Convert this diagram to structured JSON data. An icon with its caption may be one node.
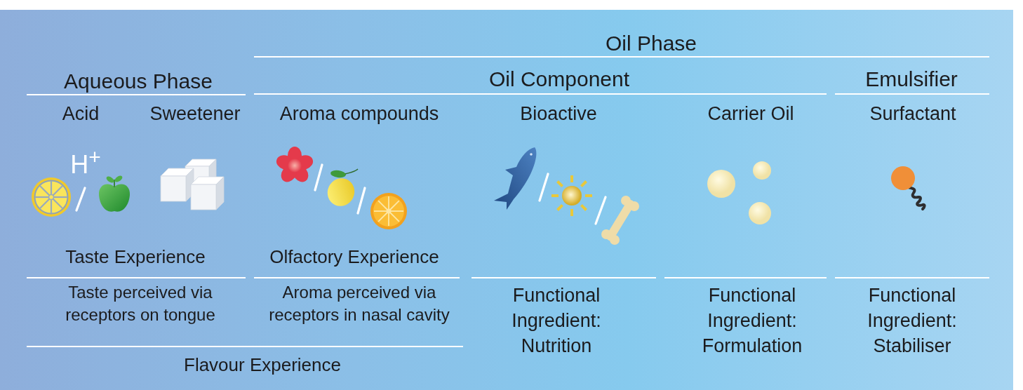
{
  "diagram": {
    "labels": [
      "Oil Phase",
      "Aqueous Phase",
      "Oil Component",
      "Emulsifier",
      "Acid",
      "Sweetener",
      "Aroma compounds",
      "Bioactive",
      "Carrier Oil",
      "Surfactant",
      "H$^{+}$",
      "Taste Experience",
      "Olfactory Experience",
      "Taste perceived via receptors on tongue",
      "Aroma perceived via receptors in nasal cavity",
      "Functional Ingredient: Nutrition",
      "Functional Ingredient: Formulation",
      "Functional Ingredient: Stabiliser",
      "Flavour Experience"
    ]
  }
}
